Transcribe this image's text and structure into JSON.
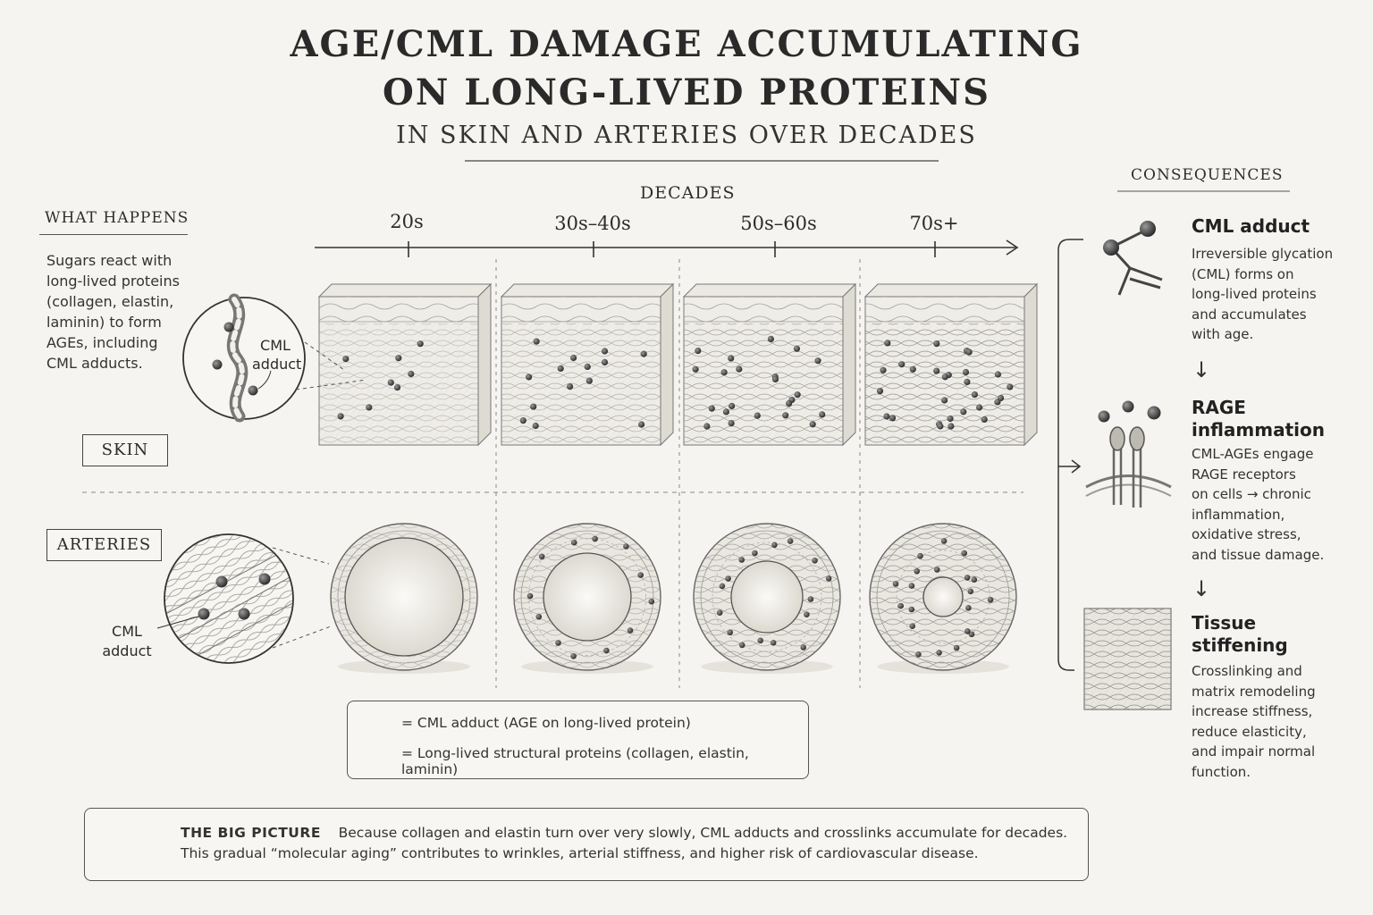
{
  "title": {
    "line1": "AGE/CML DAMAGE ACCUMULATING",
    "line2": "ON LONG-LIVED PROTEINS",
    "subtitle": "IN SKIN AND ARTERIES OVER DECADES"
  },
  "what_happens": {
    "heading": "WHAT HAPPENS",
    "lines": [
      "Sugars react with",
      "long-lived proteins",
      "(collagen, elastin,",
      "laminin) to form",
      "AGEs, including",
      "CML adducts."
    ]
  },
  "timeline": {
    "heading": "DECADES",
    "ticks": [
      "20s",
      "30s–40s",
      "50s–60s",
      "70s+"
    ]
  },
  "rows": {
    "skin_label": "SKIN",
    "arteries_label": "ARTERIES"
  },
  "callouts": {
    "skin_line1": "CML",
    "skin_line2": "adduct",
    "artery_line1": "CML",
    "artery_line2": "adduct"
  },
  "consequences": {
    "heading": "CONSEQUENCES",
    "items": [
      {
        "title": "CML adduct",
        "lines": [
          "Irreversible glycation",
          "(CML) forms on",
          "long-lived proteins",
          "and accumulates",
          "with age."
        ],
        "icon": "molecule-icon"
      },
      {
        "title": "RAGE",
        "title2": "inflammation",
        "lines": [
          "CML-AGEs engage",
          "RAGE receptors",
          "on cells → chronic",
          "inflammation,",
          "oxidative stress,",
          "and tissue damage."
        ],
        "icon": "receptor-icon"
      },
      {
        "title": "Tissue",
        "title2": "stiffening",
        "lines": [
          "Crosslinking and",
          "matrix remodeling",
          "increase stiffness,",
          "reduce elasticity,",
          "and impair normal",
          "function."
        ],
        "icon": "fiber-mesh-icon"
      }
    ],
    "arrow": "↓"
  },
  "legend": {
    "adduct": "= CML adduct (AGE on long-lived protein)",
    "protein": "= Long-lived structural proteins (collagen, elastin, laminin)"
  },
  "big_picture": {
    "heading": "THE BIG PICTURE",
    "line1": "Because collagen and elastin turn over very slowly, CML adducts and crosslinks accumulate for decades.",
    "line2": "This gradual “molecular aging” contributes to wrinkles, arterial stiffness, and higher risk of cardiovascular disease."
  },
  "colors": {
    "ink": "#2b2b2b",
    "paper": "#f5f4f0",
    "adduct": "#555555",
    "tissue_light": "#ebe9e2"
  },
  "stages": [
    {
      "label": "20s",
      "adduct_level": 1
    },
    {
      "label": "30s–40s",
      "adduct_level": 2
    },
    {
      "label": "50s–60s",
      "adduct_level": 3
    },
    {
      "label": "70s+",
      "adduct_level": 4
    }
  ]
}
